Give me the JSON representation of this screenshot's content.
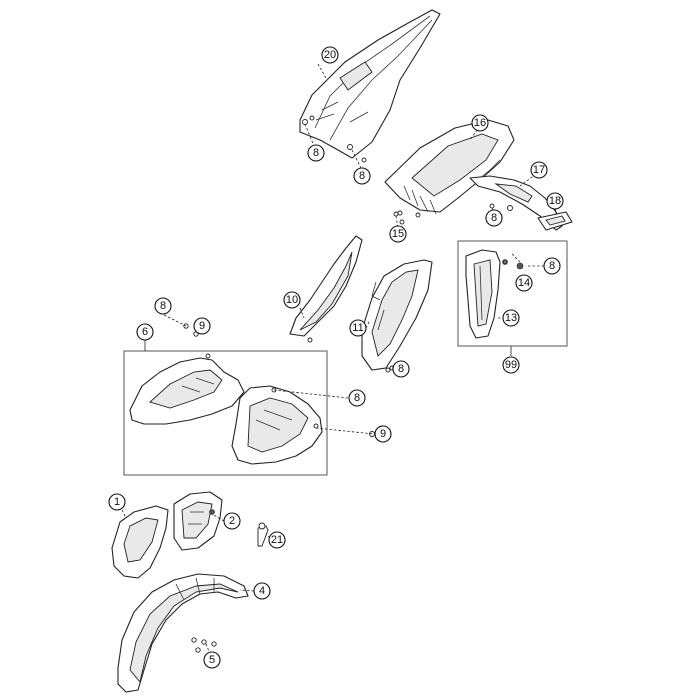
{
  "callouts": {
    "c1": "1",
    "c2": "2",
    "c4": "4",
    "c5": "5",
    "c6": "6",
    "c8a": "8",
    "c8b": "8",
    "c8c": "8",
    "c8d": "8",
    "c8e": "8",
    "c8f": "8",
    "c8g": "8",
    "c9a": "9",
    "c9b": "9",
    "c10": "10",
    "c11": "11",
    "c13": "13",
    "c14": "14",
    "c15": "15",
    "c16": "16",
    "c17": "17",
    "c18": "18",
    "c20": "20",
    "c21": "21",
    "c99": "99"
  }
}
